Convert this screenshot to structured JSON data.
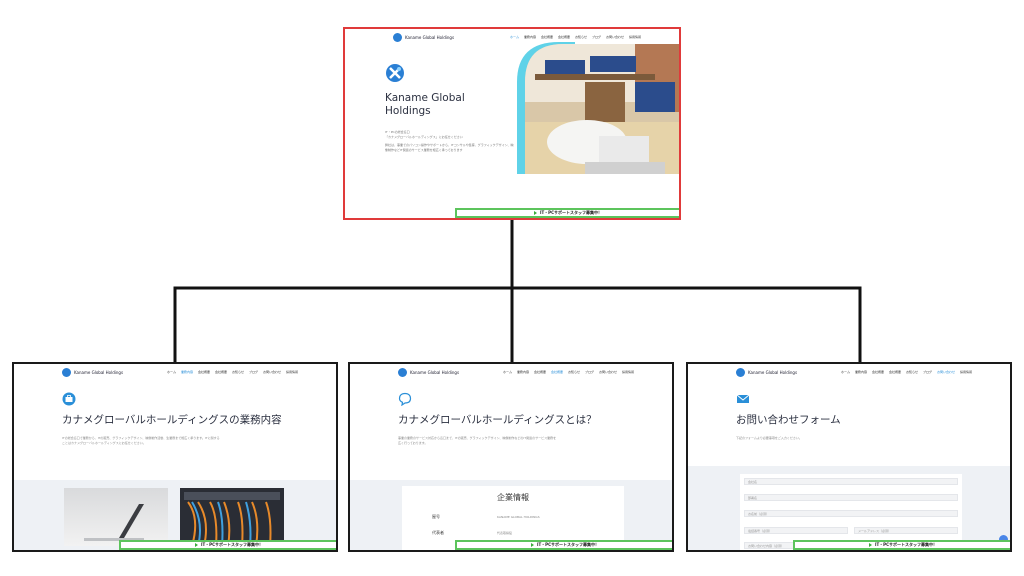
{
  "colors": {
    "root_border": "#e03a3a",
    "child_border": "#1a1a1a",
    "banner_border": "#5cc45c",
    "accent": "#2a8fd8"
  },
  "common": {
    "logo_text": "Kaname Global Holdings",
    "banner_text": "IT・PCサポートスタッフ募集中！",
    "nav": [
      "ホーム",
      "業務内容",
      "会社概要",
      "会社概要",
      "お知らせ",
      "ブログ",
      "お問い合わせ",
      "採用情報"
    ]
  },
  "root": {
    "hero_title_line1": "Kaname Global",
    "hero_title_line2": "Holdings",
    "lead_line1": "IT・PCの総合窓口",
    "lead_line2": "「カナメグローバルホールディングス」にお任せください",
    "lead_line3": "弊社は、事業でのパソコン操作やサポートから、ITコンサルや集客、グラフィックデザイン、映像制作などIT関連のサービス業務を幅広く承っております"
  },
  "pages": [
    {
      "icon": "briefcase-icon",
      "title": "カナメグローバルホールディングスの業務内容",
      "desc": "ITの総合窓口で業務から、ITの販売、グラフィックデザイン、映像制作活動、生業務まで幅広く承ります。ITに関することはカナメグローバルホールディングスにお任せください。"
    },
    {
      "icon": "speech-bubble-icon",
      "title": "カナメグローバルホールディングスとは？",
      "desc": "事業の業務のサービス対応から窓口まで、ITの販売、グラフィックデザイン、映像制作などのIT関連のサービス業務を広く行っております。",
      "company_info": {
        "heading": "企業情報",
        "rows": [
          {
            "label": "屋号",
            "value": "KANAME GLOBAL HOLDINGS"
          },
          {
            "label": "代表者",
            "value": "代表取締役"
          }
        ]
      }
    },
    {
      "icon": "mail-icon",
      "title": "お問い合わせフォーム",
      "desc": "下記のフォームより必要事項をご入力ください。",
      "form_fields": [
        "会社名",
        "部署名",
        "お名前（必須）",
        "電話番号（必須）",
        "メールアドレス（必須）",
        "お問い合わせ内容（必須）"
      ]
    }
  ]
}
